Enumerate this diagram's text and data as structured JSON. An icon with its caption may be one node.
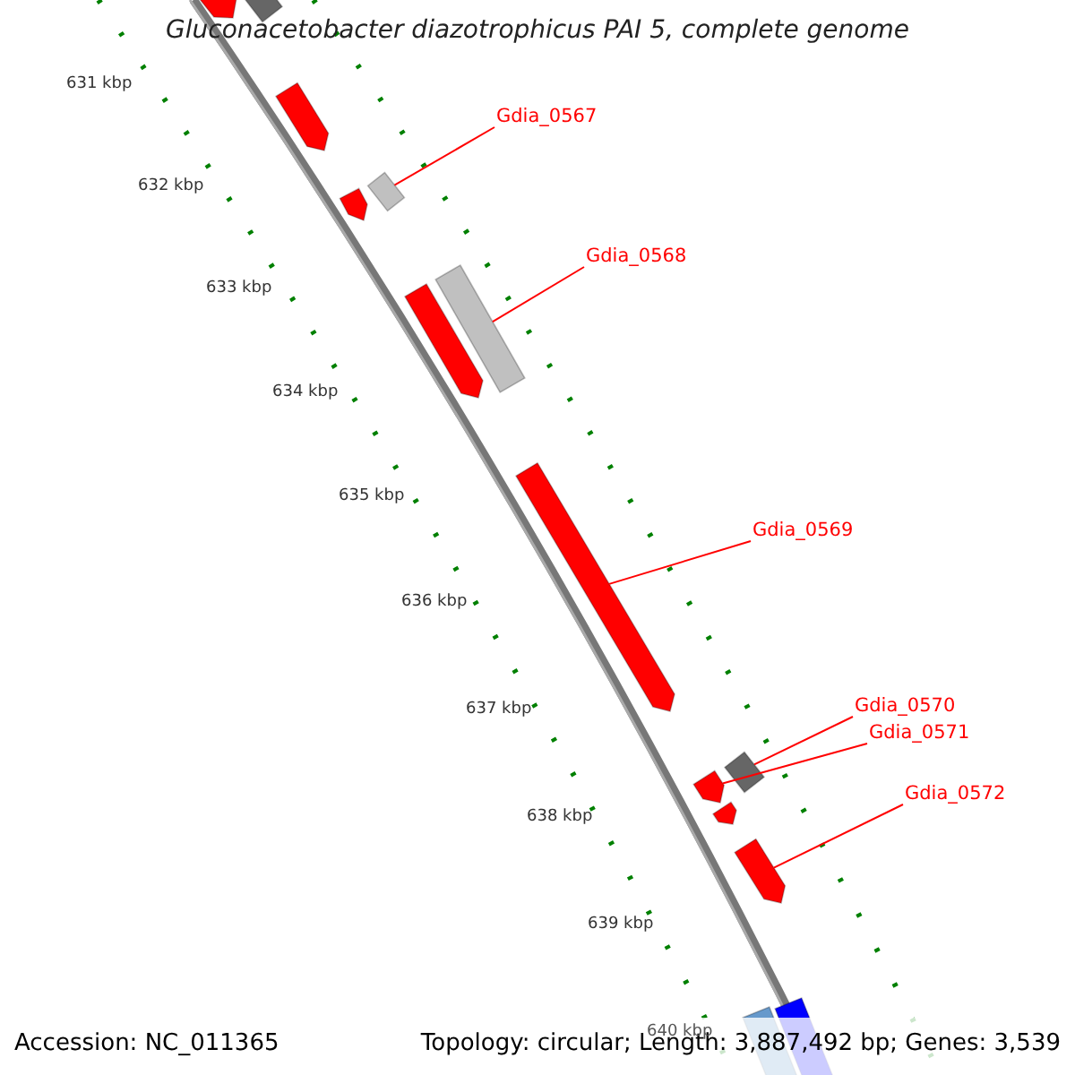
{
  "diagram": {
    "title": "Gluconacetobacter diazotrophicus PAI 5, complete genome",
    "nodes": [
      {
        "text": [],
        "shape": "box"
      },
      {
        "text": [],
        "shape": "box"
      },
      {
        "text": [],
        "shape": "box"
      },
      {
        "text": [
          "Gdia_0567"
        ]
      },
      {
        "text": [],
        "shape": "box"
      },
      {
        "text": [],
        "shape": "box"
      },
      {
        "text": [
          "Gdia_0568"
        ]
      },
      {
        "text": [],
        "shape": "box"
      },
      {
        "text": [],
        "shape": "box"
      },
      {
        "text": [
          "Gdia_0569"
        ]
      },
      {
        "text": [],
        "shape": "box"
      },
      {
        "text": [
          "Gdia_0570"
        ]
      },
      {
        "text": [
          "Gdia_0571"
        ]
      },
      {
        "text": [],
        "shape": "box"
      },
      {
        "text": [],
        "shape": "box"
      },
      {
        "text": [],
        "shape": "box"
      },
      {
        "text": [
          "Gdia_0572"
        ]
      },
      {
        "text": [],
        "shape": "box"
      },
      {
        "text": [],
        "shape": "box"
      },
      {
        "text": [],
        "shape": "box"
      }
    ],
    "edges": [
      {
        "from": 3,
        "to": 5,
        "arrow": "none"
      },
      {
        "from": 6,
        "to": 8,
        "arrow": "none"
      },
      {
        "from": 9,
        "to": 10,
        "arrow": "none"
      },
      {
        "from": 11,
        "to": 13,
        "arrow": "none"
      },
      {
        "from": 12,
        "to": 14,
        "arrow": "none"
      },
      {
        "from": 16,
        "to": 17,
        "arrow": "none"
      }
    ],
    "labels": [
      "631 kbp",
      "632 kbp",
      "633 kbp",
      "634 kbp",
      "635 kbp",
      "636 kbp",
      "637 kbp",
      "638 kbp",
      "639 kbp",
      "640 kbp",
      "Accession: NC_011365",
      "Topology: circular; Length: 3,887,492 bp; Genes: 3,539"
    ]
  }
}
